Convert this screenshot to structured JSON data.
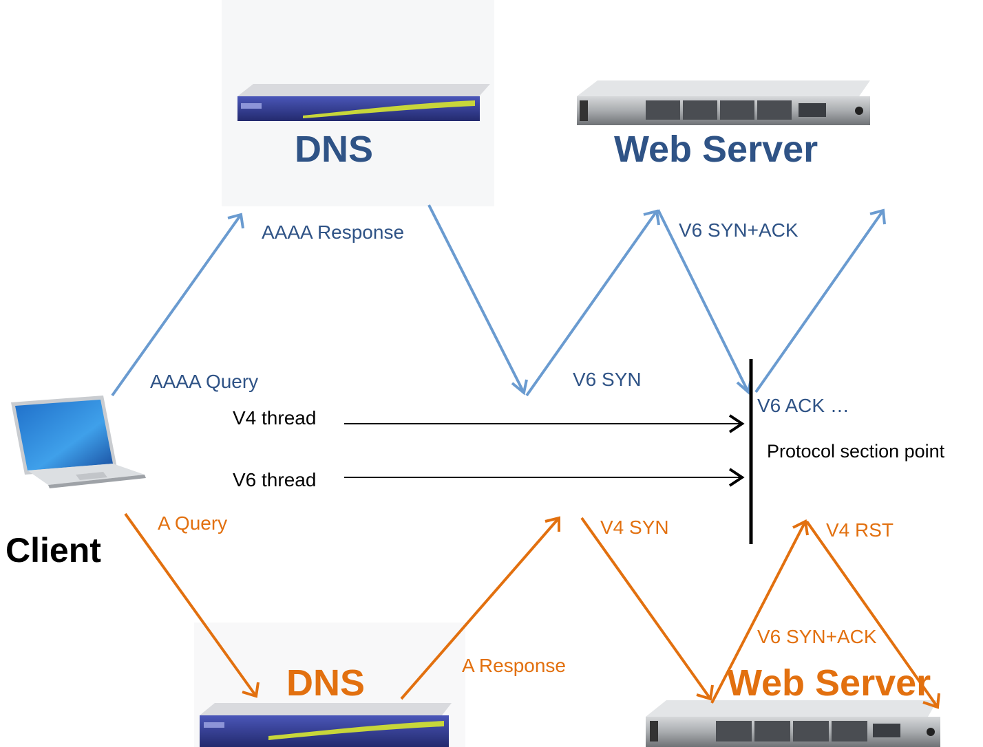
{
  "colors": {
    "blue": "#2f5386",
    "blue_arrow": "#6a9bd0",
    "orange": "#e2700f",
    "black": "#000000"
  },
  "nodes": {
    "client_label": "Client",
    "dns_v6_label": "DNS",
    "web_v6_label": "Web Server",
    "dns_v4_label": "DNS",
    "web_v4_label": "Web Server"
  },
  "icons": {
    "client": "laptop-icon",
    "dns_v6": "rack-server-icon",
    "web_v6": "rack-server-icon",
    "dns_v4": "rack-server-icon",
    "web_v4": "rack-server-icon"
  },
  "messages": {
    "aaaa_query": "AAAA Query",
    "aaaa_response": "AAAA Response",
    "v6_syn": "V6 SYN",
    "v6_synack": "V6 SYN+ACK",
    "v6_ack": "V6 ACK …",
    "a_query": "A Query",
    "a_response": "A Response",
    "v4_syn": "V4 SYN",
    "v4_rst": "V4 RST",
    "v6_synack_lower": "V6 SYN+ACK"
  },
  "threads": {
    "v4": "V4 thread",
    "v6": "V6 thread"
  },
  "annotations": {
    "protocol_point": "Protocol section point"
  }
}
